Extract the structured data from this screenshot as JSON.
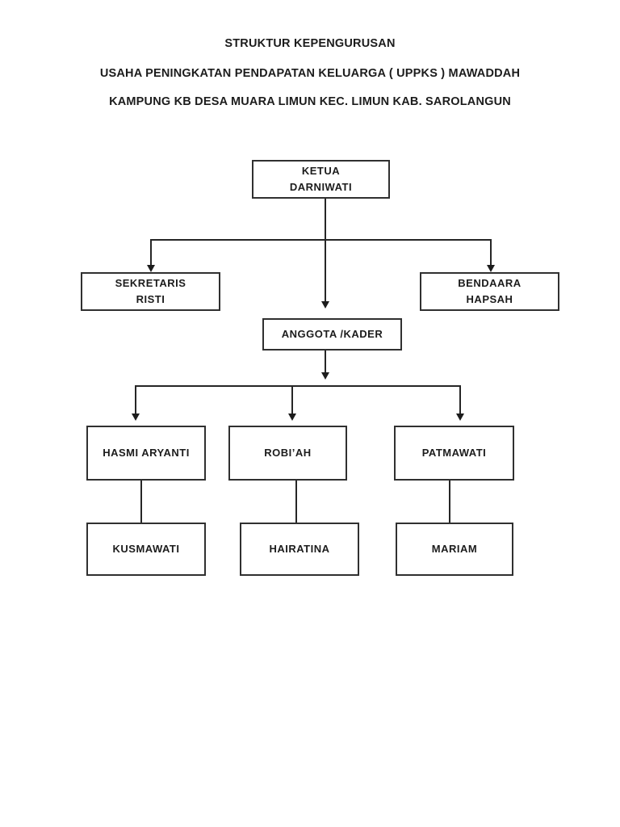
{
  "document": {
    "title_lines": [
      "STRUKTUR KEPENGURUSAN",
      "USAHA PENINGKATAN PENDAPATAN KELUARGA ( UPPKS ) MAWADDAH",
      "KAMPUNG KB DESA MUARA LIMUN KEC. LIMUN KAB. SAROLANGUN"
    ]
  },
  "org_chart": {
    "nodes": {
      "ketua": {
        "role": "KETUA",
        "name": "DARNIWATI"
      },
      "sekretaris": {
        "role": "SEKRETARIS",
        "name": "RISTI"
      },
      "bendahara": {
        "role": "BENDAARA",
        "name": "HAPSAH"
      },
      "anggota": {
        "label": "ANGGOTA /KADER"
      },
      "kader_1": {
        "name": "HASMI ARYANTI"
      },
      "kader_2": {
        "name": "ROBI’AH"
      },
      "kader_3": {
        "name": "PATMAWATI"
      },
      "sub_1": {
        "name": "KUSMAWATI"
      },
      "sub_2": {
        "name": "HAIRATINA"
      },
      "sub_3": {
        "name": "MARIAM"
      }
    },
    "edges": [
      {
        "from": "ketua",
        "to": "sekretaris",
        "arrow": true
      },
      {
        "from": "ketua",
        "to": "bendahara",
        "arrow": true
      },
      {
        "from": "ketua",
        "to": "anggota",
        "arrow": true
      },
      {
        "from": "anggota",
        "to": "kader_1",
        "arrow": true
      },
      {
        "from": "anggota",
        "to": "kader_2",
        "arrow": true
      },
      {
        "from": "anggota",
        "to": "kader_3",
        "arrow": true
      },
      {
        "from": "kader_1",
        "to": "sub_1",
        "arrow": false
      },
      {
        "from": "kader_2",
        "to": "sub_2",
        "arrow": false
      },
      {
        "from": "kader_3",
        "to": "sub_3",
        "arrow": false
      }
    ]
  },
  "colors": {
    "background": "#ffffff",
    "line": "#262626",
    "border": "#303030",
    "text": "#1c1c1c"
  }
}
